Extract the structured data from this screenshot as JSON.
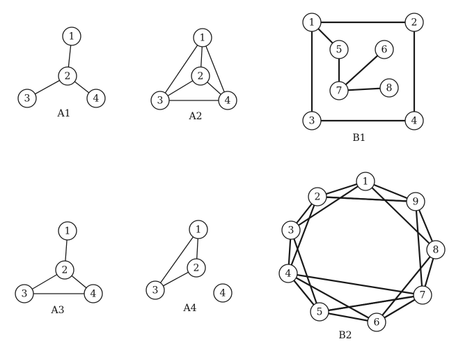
{
  "graphs": [
    {
      "id": "A1",
      "caption": "A1",
      "nodes": [
        "1",
        "2",
        "3",
        "4"
      ],
      "edges": [
        [
          "1",
          "2"
        ],
        [
          "2",
          "3"
        ],
        [
          "2",
          "4"
        ]
      ]
    },
    {
      "id": "A2",
      "caption": "A2",
      "nodes": [
        "1",
        "2",
        "3",
        "4"
      ],
      "edges": [
        [
          "1",
          "2"
        ],
        [
          "1",
          "3"
        ],
        [
          "1",
          "4"
        ],
        [
          "2",
          "3"
        ],
        [
          "2",
          "4"
        ],
        [
          "3",
          "4"
        ]
      ]
    },
    {
      "id": "B1",
      "caption": "B1",
      "nodes": [
        "1",
        "2",
        "3",
        "4",
        "5",
        "6",
        "7",
        "8"
      ],
      "edges": [
        [
          "1",
          "2"
        ],
        [
          "1",
          "3"
        ],
        [
          "2",
          "4"
        ],
        [
          "3",
          "4"
        ],
        [
          "1",
          "5"
        ],
        [
          "5",
          "7"
        ],
        [
          "6",
          "7"
        ],
        [
          "7",
          "8"
        ]
      ]
    },
    {
      "id": "A3",
      "caption": "A3",
      "nodes": [
        "1",
        "2",
        "3",
        "4"
      ],
      "edges": [
        [
          "1",
          "2"
        ],
        [
          "2",
          "3"
        ],
        [
          "2",
          "4"
        ],
        [
          "3",
          "4"
        ]
      ]
    },
    {
      "id": "A4",
      "caption": "A4",
      "nodes": [
        "1",
        "2",
        "3",
        "4"
      ],
      "edges": [
        [
          "1",
          "2"
        ],
        [
          "1",
          "3"
        ],
        [
          "2",
          "3"
        ]
      ]
    },
    {
      "id": "B2",
      "caption": "B2",
      "nodes": [
        "1",
        "2",
        "3",
        "4",
        "5",
        "6",
        "7",
        "8",
        "9"
      ],
      "edges": [
        [
          "1",
          "2"
        ],
        [
          "2",
          "3"
        ],
        [
          "3",
          "4"
        ],
        [
          "4",
          "5"
        ],
        [
          "5",
          "6"
        ],
        [
          "6",
          "7"
        ],
        [
          "7",
          "8"
        ],
        [
          "8",
          "9"
        ],
        [
          "9",
          "1"
        ],
        [
          "1",
          "3"
        ],
        [
          "2",
          "4"
        ],
        [
          "3",
          "5"
        ],
        [
          "4",
          "6"
        ],
        [
          "5",
          "7"
        ],
        [
          "6",
          "8"
        ],
        [
          "7",
          "9"
        ],
        [
          "8",
          "1"
        ],
        [
          "9",
          "2"
        ],
        [
          "2",
          "9"
        ],
        [
          "4",
          "7"
        ],
        [
          "5",
          "7"
        ]
      ]
    }
  ]
}
